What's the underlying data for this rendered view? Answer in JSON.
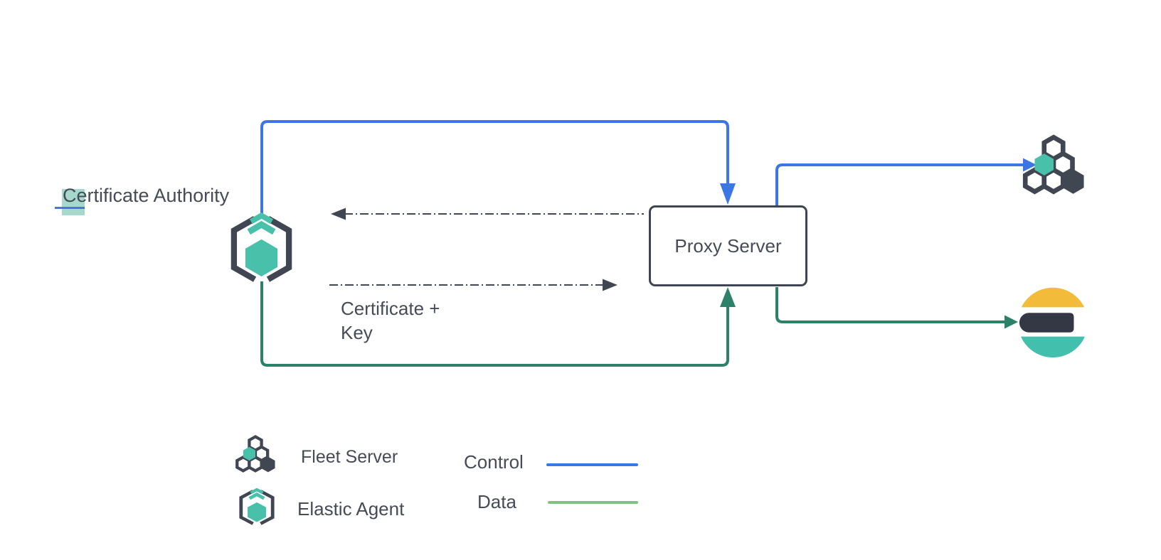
{
  "colors": {
    "control_blue": "#3C76E4",
    "data_green": "#2D8169",
    "legend_data_green": "#7CC47F",
    "slate_outline": "#414752",
    "teal": "#48C0AA",
    "elastic_yellow": "#F2BC3A",
    "elastic_ink": "#343844",
    "selection_highlight": "#A6D8CB",
    "selection_underline": "#4B74DE"
  },
  "nodes": {
    "certificate_authority": {
      "highlighted_prefix": "C",
      "label_rest": "ertificate Authority",
      "full_label": "Certificate Authority"
    },
    "proxy_server": {
      "label": "Proxy Server"
    },
    "fleet_server": {
      "icon": "fleet-server-icon"
    },
    "elasticsearch": {
      "icon": "elasticsearch-icon"
    },
    "elastic_agent": {
      "icon": "elastic-agent-icon"
    }
  },
  "annotations": {
    "certificate_key": "Certificate +\nKey"
  },
  "legend": {
    "items": [
      {
        "icon": "fleet-server-icon",
        "label": "Fleet Server"
      },
      {
        "icon": "elastic-agent-icon",
        "label": "Elastic Agent"
      }
    ],
    "lines": [
      {
        "label": "Control",
        "color": "#3C76E4"
      },
      {
        "label": "Data",
        "color": "#7CC47F"
      }
    ]
  }
}
